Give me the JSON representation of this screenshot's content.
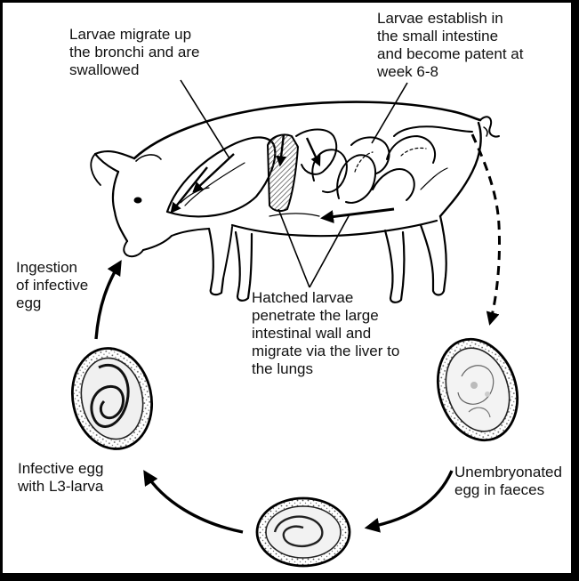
{
  "labels": {
    "larvae_migrate": "Larvae migrate up\nthe bronchi and are\nswallowed",
    "larvae_establish": "Larvae establish in\nthe small intestine\nand become patent at\nweek 6-8",
    "ingestion": "Ingestion\nof infective\negg",
    "hatched": "Hatched larvae\npenetrate the large\nintestinal wall and\nmigrate via the liver to\nthe lungs",
    "infective_egg": "Infective egg\nwith L3-larva",
    "unembryonated": "Unembryonated\negg in faeces"
  },
  "colors": {
    "ink": "#111111",
    "background": "#ffffff"
  }
}
